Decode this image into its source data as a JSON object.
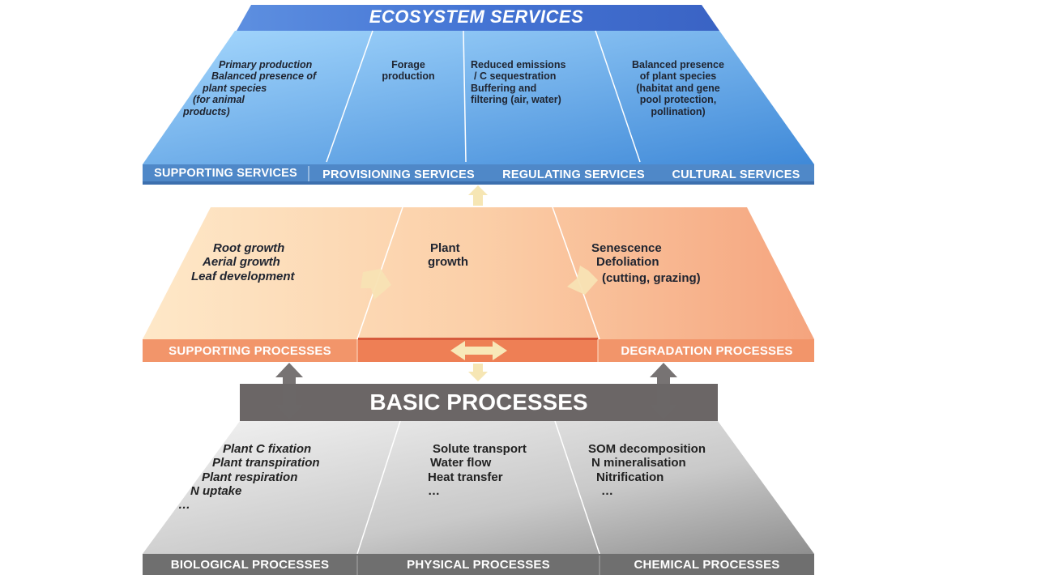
{
  "colors": {
    "blue_light": "#9fd3fb",
    "blue_dark": "#3b86d6",
    "blue_strip": "#4f86c6",
    "blue_title": "#3f6fd0",
    "orange_light": "#fde6c4",
    "orange_dark": "#f4a983",
    "orange_strip": "#f08f62",
    "gray_light": "#efefef",
    "gray_dark": "#9d9d9d",
    "gray_strip": "#6e6e6e",
    "gray_header": "#6b6666",
    "arrow_yellow": "#f8e8b6",
    "arrow_gray": "#6e6a6a"
  },
  "ecosystem": {
    "title": "ECOSYSTEM SERVICES",
    "col1": [
      "Primary production",
      "Balanced presence of",
      "plant species",
      "(for animal",
      "products)"
    ],
    "col2": [
      "Forage",
      "production"
    ],
    "col3": [
      "Reduced emissions",
      "/ C sequestration",
      "Buffering and",
      "filtering (air, water)"
    ],
    "col4": [
      "Balanced presence",
      "of plant species",
      "(habitat and gene",
      "pool protection,",
      "pollination)"
    ],
    "labels": [
      "SUPPORTING SERVICES",
      "PROVISIONING SERVICES",
      "REGULATING SERVICES",
      "CULTURAL SERVICES"
    ]
  },
  "processes": {
    "col1": [
      "Root growth",
      "Aerial growth",
      "Leaf development"
    ],
    "col2": [
      "Plant",
      "growth"
    ],
    "col3": [
      "Senescence",
      "Defoliation",
      "(cutting, grazing)"
    ],
    "labels": [
      "SUPPORTING PROCESSES",
      "DEGRADATION PROCESSES"
    ]
  },
  "basic": {
    "title": "BASIC PROCESSES",
    "col1": [
      "Plant C fixation",
      "Plant transpiration",
      "Plant respiration",
      "N uptake",
      "…"
    ],
    "col2": [
      "Solute transport",
      "Water flow",
      "Heat transfer",
      "…"
    ],
    "col3": [
      "SOM decomposition",
      "N mineralisation",
      "Nitrification",
      "…"
    ],
    "labels": [
      "BIOLOGICAL PROCESSES",
      "PHYSICAL PROCESSES",
      "CHEMICAL PROCESSES"
    ]
  }
}
